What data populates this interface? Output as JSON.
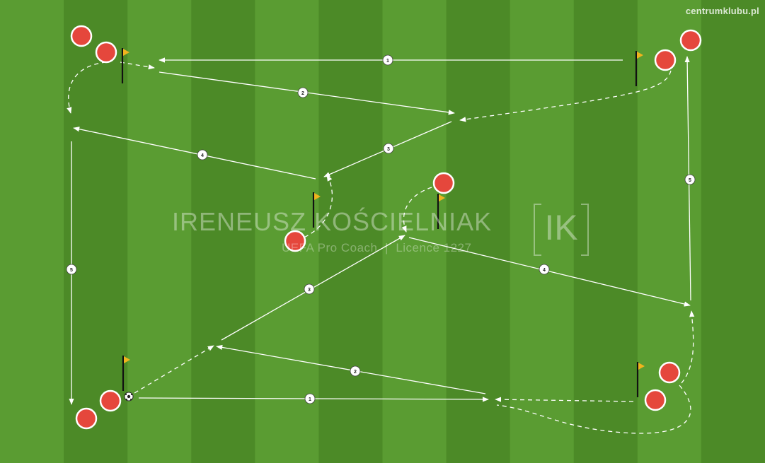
{
  "brand": {
    "site": "centrumklubu.pl"
  },
  "watermark": {
    "name": "IRENEUSZ KOŚCIELNIAK",
    "subtitle": "UEFA Pro Coach  |  Licence 1227",
    "logo_text": "IK"
  },
  "colors": {
    "pitch_light": "#5a9c32",
    "pitch_dark": "#4c8a27",
    "player": "#e5473c",
    "player_outline": "#ffffff",
    "flag": "#f0b41e",
    "pole": "#111111",
    "line": "#ffffff"
  },
  "pass_labels": {
    "p1_top": "1",
    "p2_top": "2",
    "p3_top": "3",
    "p4_left": "4",
    "p5_left": "5",
    "p5_right": "5",
    "p4_right": "4",
    "p3_bottom": "3",
    "p2_bottom": "2",
    "p1_bottom": "1"
  },
  "ball": {
    "icon": "soccer-ball-icon"
  },
  "flag_icon": "flag-icon",
  "player_icon": "player-marker-icon"
}
